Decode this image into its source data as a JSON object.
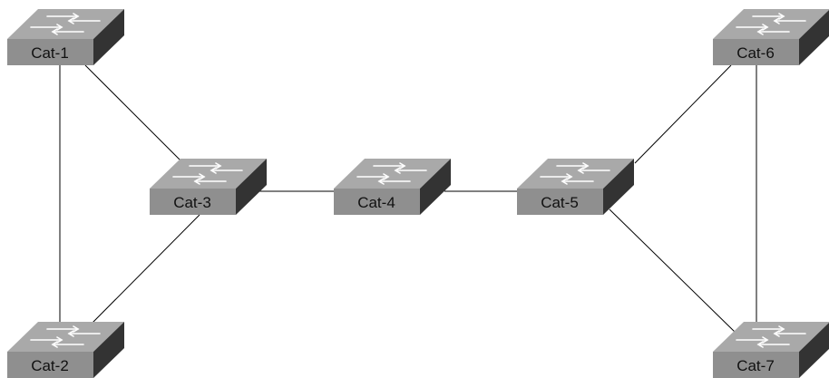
{
  "switches": [
    {
      "id": "cat-1",
      "label": "Cat-1"
    },
    {
      "id": "cat-2",
      "label": "Cat-2"
    },
    {
      "id": "cat-3",
      "label": "Cat-3"
    },
    {
      "id": "cat-4",
      "label": "Cat-4"
    },
    {
      "id": "cat-5",
      "label": "Cat-5"
    },
    {
      "id": "cat-6",
      "label": "Cat-6"
    },
    {
      "id": "cat-7",
      "label": "Cat-7"
    }
  ],
  "links": [
    [
      "cat-1",
      "cat-2"
    ],
    [
      "cat-1",
      "cat-3"
    ],
    [
      "cat-2",
      "cat-3"
    ],
    [
      "cat-3",
      "cat-4"
    ],
    [
      "cat-4",
      "cat-5"
    ],
    [
      "cat-5",
      "cat-6"
    ],
    [
      "cat-5",
      "cat-7"
    ],
    [
      "cat-6",
      "cat-7"
    ]
  ],
  "colors": {
    "top_face": "#a9a9a9",
    "front_face": "#8f8f8f",
    "side_face": "#333333",
    "arrow": "#ffffff",
    "link": "#000000",
    "label": "#111111"
  },
  "icon": "network-switch-icon"
}
